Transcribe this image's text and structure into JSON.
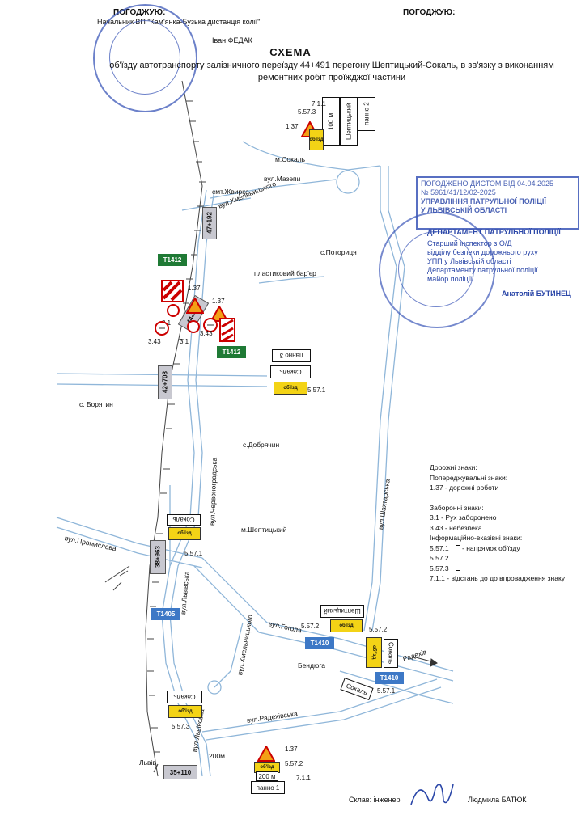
{
  "header": {
    "agree_left_label": "ПОГОДЖУЮ:",
    "agree_left_position": "Начальник ВП \"Кам'янка-Бузька дистанція колії\"",
    "agree_left_name": "Іван ФЕДАК",
    "agree_right_label": "ПОГОДЖУЮ:"
  },
  "title": "СХЕМА",
  "subtitle": "об'їзду автотранспорту залізничного переїзду 44+491 перегону Шептицький-Сокаль, в зв'язку з виконанням ремонтних робіт проїжджої частини",
  "approval": {
    "registered_line1": "ПОГОДЖЕНО ДИСТОМ ВІД 04.04.2025",
    "registered_line2": "№ 5961/41/12/02-2025",
    "authority_line1": "УПРАВЛІННЯ ПАТРУЛЬНОЇ ПОЛІЦІЇ",
    "authority_line2": "У ЛЬВІВСЬКІЙ ОБЛАСТІ",
    "authority_line3": "ДЕПАРТАМЕНТ ПАТРУЛЬНОЇ ПОЛІЦІЇ",
    "inspector_line1": "Старший інспектор з О/Д",
    "inspector_line2": "відділу безпеки дорожнього руху",
    "inspector_line3": "УПП у Львівській області",
    "inspector_line4": "Департаменту патрульної поліції",
    "inspector_line5": "майор поліції",
    "inspector_name": "Анатолій БУТИНЕЦ"
  },
  "map": {
    "places": {
      "sokal": "м.Сокаль",
      "mazepy": "вул.Мазепи",
      "zhvyrka": "смт.Жвирка",
      "khmelnytskoho_top": "вул.Хмельницького",
      "potorytsia": "с.Поториця",
      "barrier": "пластиковий бар'єр",
      "boriatyn": "с. Борятин",
      "dobriachyn": "с.Добрячин",
      "chervonohradska": "вул.Червоноградська",
      "shakhtarska": "вул.Шахтарська",
      "sheptytskyi": "м.Шептицький",
      "promyslova": "вул.Промислова",
      "lvivska_mid": "вул.Львівська",
      "khmelnytskoho_bottom": "вул.Хмельницького",
      "hoholia": "вул.Гоголя",
      "bendiuha": "Бендюга",
      "radekhiv_dir": "Радехів",
      "radekhivska": "вул.Радехівська",
      "lvivska_bottom": "вул.Львівська",
      "lviv_dir": "Львів",
      "distance_200": "200м"
    },
    "km_markers": {
      "top": "47+192",
      "crossing": "44+491",
      "mid": "42+708",
      "lower": "38+963",
      "bottom": "35+110"
    },
    "routes": {
      "t1412_left": "Т1412",
      "t1412_right": "Т1412",
      "t1405": "Т1405",
      "t1410_a": "Т1410",
      "t1410_b": "Т1410"
    },
    "panels": {
      "p2": "панно 2",
      "p2_dist": "100 м",
      "p2_city": "Шептицький",
      "p2_sign_a": "7.1.1",
      "p2_sign_b": "5.57.3",
      "p2_sign_c": "1.37",
      "p3": "панно 3",
      "p3_city": "Сокаль",
      "p3_sign": "5.57.1",
      "sokal_sign": "Сокаль",
      "sokal_sign_code": "5.57.1",
      "shept_sign": "Шептицький",
      "shept_sign_code": "5.57.2",
      "radekhiv_sign_code": "5.57.2",
      "radekhiv_sign_city": "Сокаль",
      "t1410_sign_city": "Сокаль",
      "t1410_sign_code": "5.57.1",
      "bottom_sokal": "Сокаль",
      "bottom_sokal_code": "5.57.3",
      "p1": "панно 1",
      "p1_dist": "200 м",
      "p1_code_a": "1.37",
      "p1_code_b": "5.57.2",
      "p1_code_c": "7.1.1",
      "crossing_1_37_a": "1.37",
      "crossing_1_37_b": "1.37",
      "crossing_3_1_a": "3.1",
      "crossing_3_1_b": "3.1",
      "crossing_3_43_a": "3.43",
      "crossing_3_43_b": "3.43",
      "detour_word": "об'їзд"
    }
  },
  "legend": {
    "title": "Дорожні знаки:",
    "warning_title": "Попереджувальні знаки:",
    "warning_1": "1.37 - дорожні роботи",
    "prohibit_title": "Заборонні знаки:",
    "prohibit_1": "3.1 - Рух заборонено",
    "prohibit_2": "3.43 - небезпека",
    "info_title": "Інформаційно-вказівні знаки:",
    "info_1": "5.57.1",
    "info_2": "5.57.2",
    "info_3": "5.57.3",
    "info_desc": "- напрямок об'їзду",
    "info_4": "7.1.1 - відстань до до впровадження знаку"
  },
  "footer": {
    "composed": "Склав: інженер",
    "name": "Людмила БАТЮК"
  },
  "colors": {
    "stamp_blue": "#3b57b8",
    "route_green": "#1f7a35",
    "route_blue": "#3d78c6",
    "sign_yellow": "#f3d316",
    "road_line": "#8fb6d9"
  }
}
